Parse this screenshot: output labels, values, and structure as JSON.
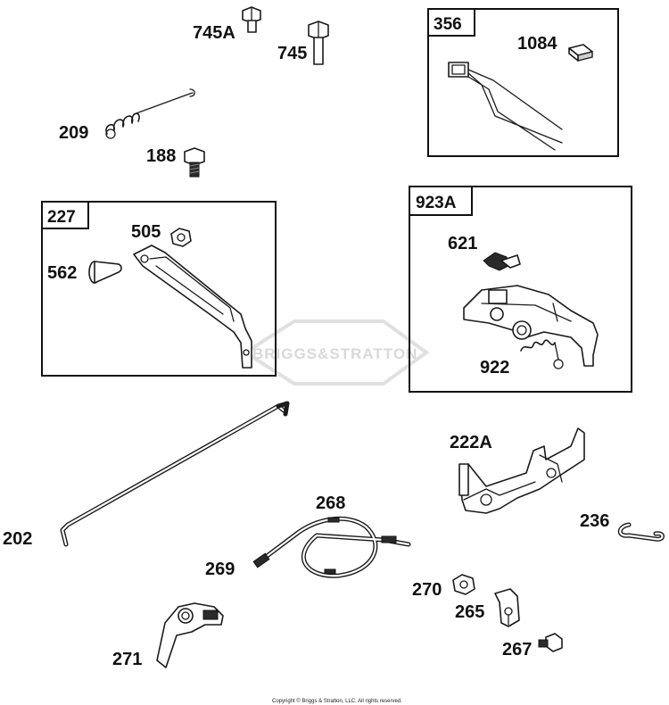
{
  "watermark": "BRIGGS&STRATTON",
  "copyright": "Copyright © Briggs & Stratton, LLC. All rights reserved.",
  "labels": {
    "p745A": "745A",
    "p745": "745",
    "p209": "209",
    "p188": "188",
    "p505": "505",
    "p562": "562",
    "p1084": "1084",
    "p621": "621",
    "p922": "922",
    "p222A": "222A",
    "p202": "202",
    "p268": "268",
    "p269": "269",
    "p236": "236",
    "p270": "270",
    "p265": "265",
    "p267": "267",
    "p271": "271"
  },
  "boxes": {
    "b356": "356",
    "b227": "227",
    "b923A": "923A"
  }
}
